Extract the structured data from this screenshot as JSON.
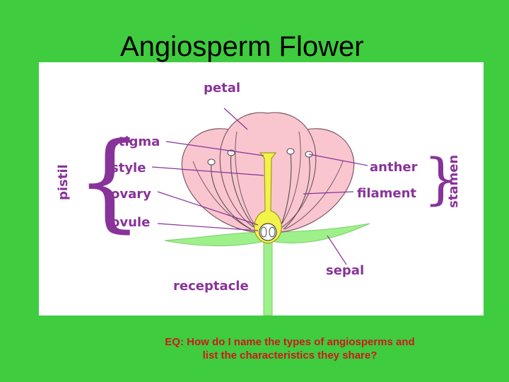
{
  "slide": {
    "title": "Angiosperm Flower",
    "eq_line1": "EQ: How do I name the types of angiosperms and",
    "eq_line2": "list the characteristics they share?"
  },
  "diagram": {
    "labels": {
      "petal": "petal",
      "stigma": "stigma",
      "style": "style",
      "ovary": "ovary",
      "ovule": "ovule",
      "pistil": "pistil",
      "anther": "anther",
      "filament": "filament",
      "stamen": "stamen",
      "sepal": "sepal",
      "receptacle": "receptacle"
    }
  },
  "colors": {
    "background": "#3fcc3f",
    "petal": "#f9c5cf",
    "stem": "#9ef08a",
    "pistil": "#f2f24a",
    "label": "#883399",
    "eq_text": "#cc1a1a"
  }
}
